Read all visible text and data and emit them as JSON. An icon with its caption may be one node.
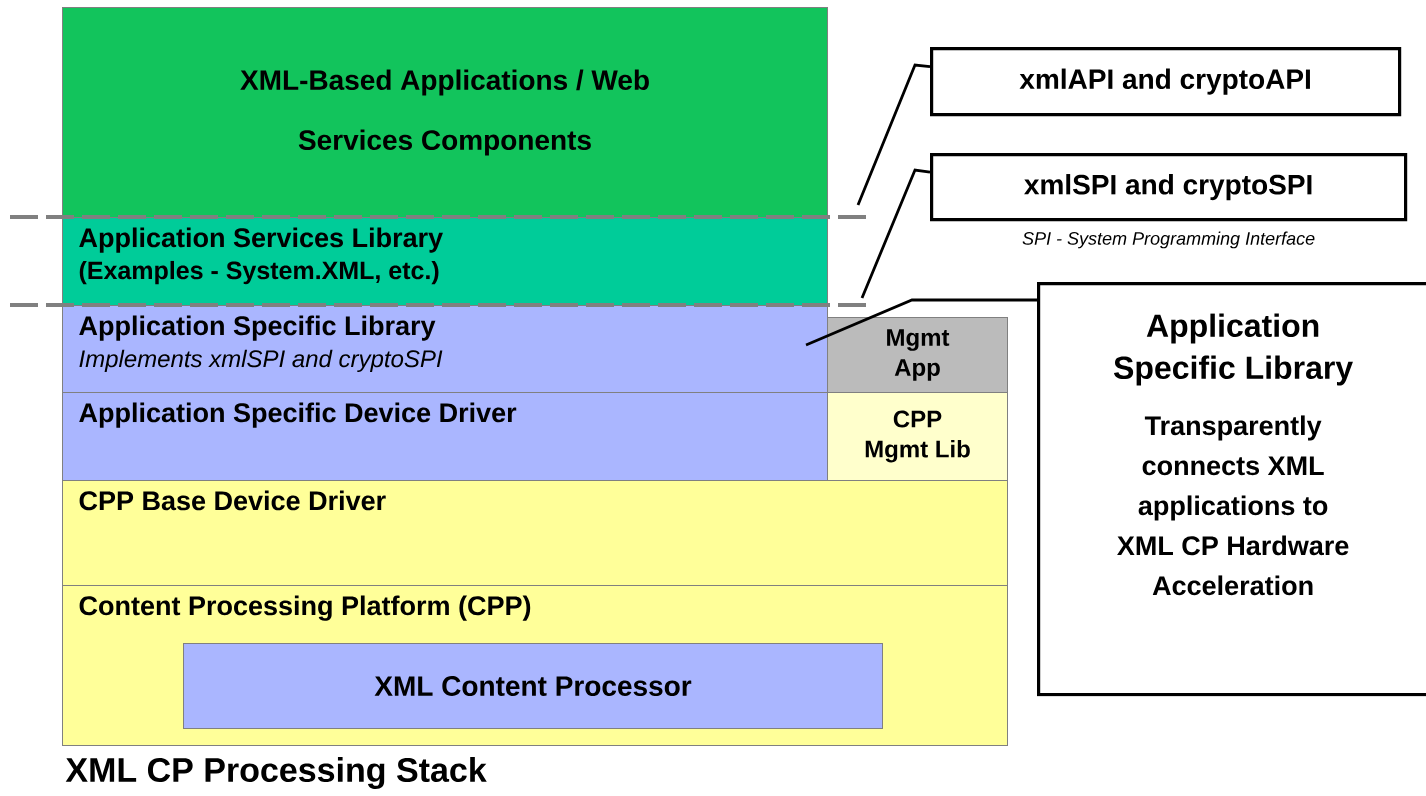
{
  "diagram": {
    "caption": "XML CP Processing Stack",
    "nodes": [
      {
        "text": [
          "XML-Based Applications / Web Services Components"
        ]
      },
      {
        "text": [
          "Application Services Library",
          "(Examples - System.XML, etc.)"
        ]
      },
      {
        "text": [
          "Application Specific Library",
          "Implements xmlSPI and cryptoSPI"
        ]
      },
      {
        "text": [
          "Mgmt App"
        ]
      },
      {
        "text": [
          "Application Specific Device Driver"
        ]
      },
      {
        "text": [
          "CPP Mgmt Lib"
        ]
      },
      {
        "text": [
          "CPP Base Device Driver"
        ]
      },
      {
        "text": [
          "Content Processing Platform (CPP)"
        ]
      },
      {
        "text": [
          "XML Content Processor"
        ],
        "in": 7
      },
      {
        "text": [
          "xmlAPI and cryptoAPI"
        ]
      },
      {
        "text": [
          "xmlSPI and cryptoSPI"
        ],
        "beside": [
          "SPI - System Programming Interface"
        ]
      },
      {
        "text": [
          "Application Specific Library",
          "Transparently connects XML applications to XML CP Hardware Acceleration"
        ]
      }
    ],
    "edges": [
      {
        "from": 9,
        "to": null,
        "arrow": "none"
      },
      {
        "from": 10,
        "to": null,
        "arrow": "none"
      },
      {
        "from": 11,
        "to": 2,
        "arrow": "none"
      }
    ]
  }
}
